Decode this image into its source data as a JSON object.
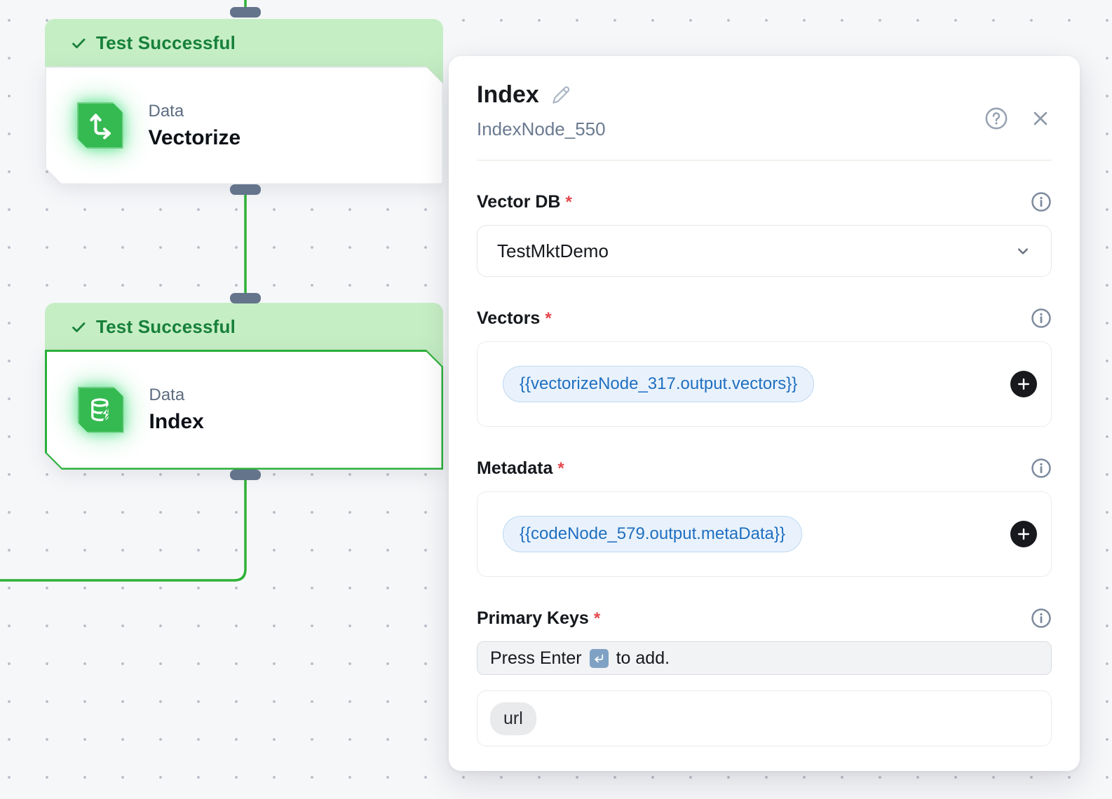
{
  "canvas": {
    "nodes": [
      {
        "status_label": "Test Successful",
        "category": "Data",
        "name": "Vectorize"
      },
      {
        "status_label": "Test Successful",
        "category": "Data",
        "name": "Index"
      }
    ]
  },
  "panel": {
    "title": "Index",
    "subtitle": "IndexNode_550",
    "required_marker": "*",
    "fields": {
      "vector_db": {
        "label": "Vector DB",
        "value": "TestMktDemo"
      },
      "vectors": {
        "label": "Vectors",
        "chip": "{{vectorizeNode_317.output.vectors}}"
      },
      "metadata": {
        "label": "Metadata",
        "chip": "{{codeNode_579.output.metaData}}"
      },
      "primary_keys": {
        "label": "Primary Keys",
        "placeholder_prefix": "Press Enter",
        "placeholder_suffix": "to add.",
        "tags": [
          "url"
        ]
      }
    }
  },
  "colors": {
    "edge_green": "#2eb135",
    "selected_node_border": "#2bb03a",
    "banner_bg": "#c6eec5",
    "banner_text": "#17803a",
    "icon_tile_green": "#35ba52",
    "handle_gray": "#64748b",
    "chip_bg": "#e9f2fc",
    "chip_text": "#1f6fc0",
    "required_red": "#e5484d"
  }
}
